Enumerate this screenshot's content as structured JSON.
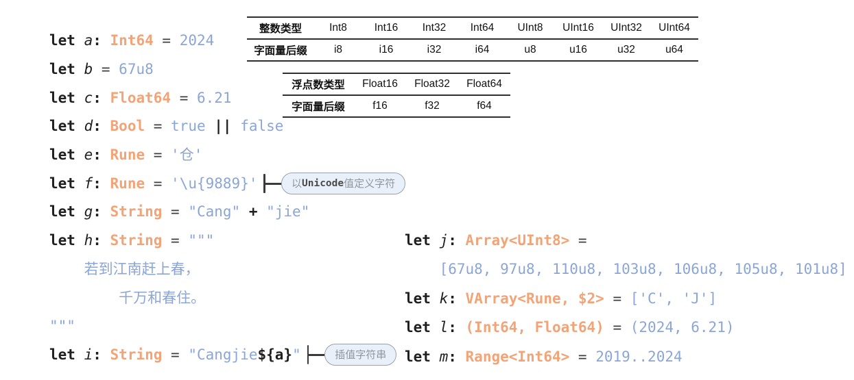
{
  "colors": {
    "code": "#1f1f1f",
    "type": "#f2a476",
    "value": "#8ba5d6",
    "operator": "#3d3d3d",
    "callout_bg": "#eaf0f9",
    "callout_border": "#98a1ac",
    "callout_text": "#8e969f"
  },
  "tables": {
    "integer": {
      "type_row": [
        "整数类型",
        "Int8",
        "Int16",
        "Int32",
        "Int64",
        "UInt8",
        "UInt16",
        "UInt32",
        "UInt64"
      ],
      "suffix_row": [
        "字面量后缀",
        "i8",
        "i16",
        "i32",
        "i64",
        "u8",
        "u16",
        "u32",
        "u64"
      ]
    },
    "float": {
      "type_row": [
        "浮点数类型",
        "Float16",
        "Float32",
        "Float64"
      ],
      "suffix_row": [
        "字面量后缀",
        "f16",
        "f32",
        "f64"
      ]
    }
  },
  "callouts": {
    "unicode": {
      "parts": [
        [
          "以 ",
          "cjk"
        ],
        [
          "Unicode",
          "mono"
        ],
        [
          " 值定义字符",
          "cjk"
        ]
      ]
    },
    "interpolation": {
      "parts": [
        [
          "插值字符串",
          "cjk"
        ]
      ]
    }
  },
  "code_left": [
    {
      "tokens": [
        [
          "let ",
          "kw"
        ],
        [
          "a",
          "var"
        ],
        [
          ": ",
          "punc"
        ],
        [
          "Int64",
          "type"
        ],
        [
          " = ",
          "op"
        ],
        [
          "2024",
          "val"
        ]
      ]
    },
    {
      "tokens": [
        [
          "let ",
          "kw"
        ],
        [
          "b ",
          "var"
        ],
        [
          "= ",
          "op"
        ],
        [
          "67u8",
          "val"
        ]
      ]
    },
    {
      "tokens": [
        [
          "let ",
          "kw"
        ],
        [
          "c",
          "var"
        ],
        [
          ": ",
          "punc"
        ],
        [
          "Float64",
          "type"
        ],
        [
          " = ",
          "op"
        ],
        [
          "6.21",
          "val"
        ]
      ]
    },
    {
      "tokens": [
        [
          "let ",
          "kw"
        ],
        [
          "d",
          "var"
        ],
        [
          ": ",
          "punc"
        ],
        [
          "Bool",
          "type"
        ],
        [
          " = ",
          "op"
        ],
        [
          "true",
          "val"
        ],
        [
          " || ",
          "punc"
        ],
        [
          "false",
          "val"
        ]
      ]
    },
    {
      "tokens": [
        [
          "let ",
          "kw"
        ],
        [
          "e",
          "var"
        ],
        [
          ": ",
          "punc"
        ],
        [
          "Rune",
          "type"
        ],
        [
          " = ",
          "op"
        ],
        [
          "'仓'",
          "val"
        ]
      ]
    },
    {
      "tokens": [
        [
          "let ",
          "kw"
        ],
        [
          "f",
          "var"
        ],
        [
          ": ",
          "punc"
        ],
        [
          "Rune",
          "type"
        ],
        [
          " = ",
          "op"
        ],
        [
          "'\\u{9889}'",
          "val"
        ]
      ],
      "callout": "unicode"
    },
    {
      "tokens": [
        [
          "let ",
          "kw"
        ],
        [
          "g",
          "var"
        ],
        [
          ": ",
          "punc"
        ],
        [
          "String",
          "type"
        ],
        [
          " = ",
          "op"
        ],
        [
          "\"Cang\"",
          "val"
        ],
        [
          " + ",
          "punc"
        ],
        [
          "\"jie\"",
          "val"
        ]
      ]
    },
    {
      "tokens": [
        [
          "let ",
          "kw"
        ],
        [
          "h",
          "var"
        ],
        [
          ": ",
          "punc"
        ],
        [
          "String",
          "type"
        ],
        [
          " = ",
          "op"
        ],
        [
          "\"\"\"",
          "val"
        ]
      ]
    },
    {
      "tokens": [
        [
          "    ",
          "punc"
        ],
        [
          "若到江南赶上春，",
          "val"
        ]
      ]
    },
    {
      "tokens": [
        [
          "        ",
          "punc"
        ],
        [
          "千万和春住。",
          "val"
        ]
      ]
    },
    {
      "tokens": [
        [
          "\"\"\"",
          "val"
        ]
      ]
    },
    {
      "tokens": [
        [
          "let ",
          "kw"
        ],
        [
          "i",
          "var"
        ],
        [
          ": ",
          "punc"
        ],
        [
          "String",
          "type"
        ],
        [
          " = ",
          "op"
        ],
        [
          "\"Cangjie",
          "val"
        ],
        [
          "${a}",
          "interp"
        ],
        [
          "\"",
          "val"
        ]
      ],
      "callout": "interpolation"
    }
  ],
  "code_right": [
    {
      "tokens": [
        [
          "let ",
          "kw"
        ],
        [
          "j",
          "var"
        ],
        [
          ": ",
          "punc"
        ],
        [
          "Array<UInt8>",
          "type"
        ],
        [
          " =",
          "op"
        ]
      ]
    },
    {
      "tokens": [
        [
          "    ",
          "punc"
        ],
        [
          "[67u8, 97u8, 110u8, 103u8, 106u8, 105u8, 101u8]",
          "val"
        ]
      ]
    },
    {
      "tokens": [
        [
          "let ",
          "kw"
        ],
        [
          "k",
          "var"
        ],
        [
          ": ",
          "punc"
        ],
        [
          "VArray<Rune, $2>",
          "type"
        ],
        [
          " = ",
          "op"
        ],
        [
          "['C', 'J']",
          "val"
        ]
      ]
    },
    {
      "tokens": [
        [
          "let ",
          "kw"
        ],
        [
          "l",
          "var"
        ],
        [
          ": ",
          "punc"
        ],
        [
          "(Int64, Float64)",
          "type"
        ],
        [
          " = ",
          "op"
        ],
        [
          "(2024, 6.21)",
          "val"
        ]
      ]
    },
    {
      "tokens": [
        [
          "let ",
          "kw"
        ],
        [
          "m",
          "var"
        ],
        [
          ": ",
          "punc"
        ],
        [
          "Range<Int64>",
          "type"
        ],
        [
          " = ",
          "op"
        ],
        [
          "2019..2024",
          "val"
        ]
      ]
    }
  ]
}
